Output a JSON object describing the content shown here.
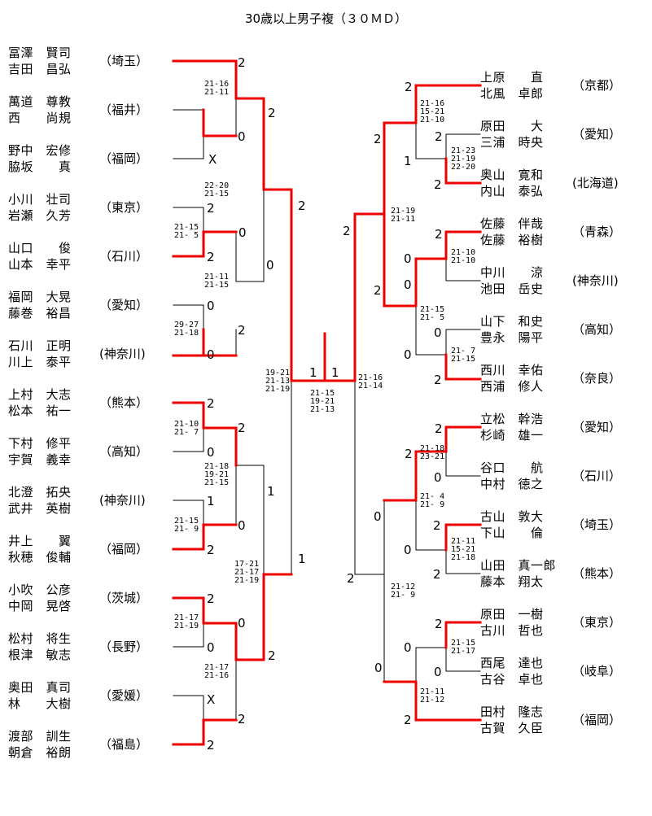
{
  "title": "30歳以上男子複（３０ＭＤ）",
  "left_teams": [
    {
      "p1": "冨澤　賢司",
      "p2": "吉田　昌弘",
      "pref": "（埼玉）"
    },
    {
      "p1": "萬道　尊教",
      "p2": "西　　尚規",
      "pref": "（福井）"
    },
    {
      "p1": "野中　宏修",
      "p2": "脇坂　　真",
      "pref": "（福岡）"
    },
    {
      "p1": "小川　壮司",
      "p2": "岩瀬　久芳",
      "pref": "（東京）"
    },
    {
      "p1": "山口　　俊",
      "p2": "山本　幸平",
      "pref": "（石川）"
    },
    {
      "p1": "福岡　大晃",
      "p2": "藤巻　裕昌",
      "pref": "（愛知）"
    },
    {
      "p1": "石川　正明",
      "p2": "川上　泰平",
      "pref": "(神奈川)"
    },
    {
      "p1": "上村　大志",
      "p2": "松本　祐一",
      "pref": "（熊本）"
    },
    {
      "p1": "下村　修平",
      "p2": "宇賀　義幸",
      "pref": "（高知）"
    },
    {
      "p1": "北澄　拓央",
      "p2": "武井　英樹",
      "pref": "(神奈川)"
    },
    {
      "p1": "井上　　翼",
      "p2": "秋穂　俊輔",
      "pref": "（福岡）"
    },
    {
      "p1": "小吹　公彦",
      "p2": "中岡　晃啓",
      "pref": "（茨城）"
    },
    {
      "p1": "松村　将生",
      "p2": "根津　敏志",
      "pref": "（長野）"
    },
    {
      "p1": "奥田　真司",
      "p2": "林　　大樹",
      "pref": "（愛媛）"
    },
    {
      "p1": "渡部　訓生",
      "p2": "朝倉　裕朗",
      "pref": "（福島）"
    }
  ],
  "right_teams": [
    {
      "p1": "上原　　直",
      "p2": "北風　卓郎",
      "pref": "（京都）"
    },
    {
      "p1": "原田　　大",
      "p2": "三浦　時央",
      "pref": "（愛知）"
    },
    {
      "p1": "奥山　寛和",
      "p2": "内山　泰弘",
      "pref": "(北海道)"
    },
    {
      "p1": "佐藤　伴哉",
      "p2": "佐藤　裕樹",
      "pref": "（青森）"
    },
    {
      "p1": "中川　　涼",
      "p2": "池田　岳史",
      "pref": "(神奈川)"
    },
    {
      "p1": "山下　和史",
      "p2": "豊永　陽平",
      "pref": "（高知）"
    },
    {
      "p1": "西川　幸佑",
      "p2": "西浦　修人",
      "pref": "（奈良）"
    },
    {
      "p1": "立松　幹浩",
      "p2": "杉崎　雄一",
      "pref": "（愛知）"
    },
    {
      "p1": "谷口　　航",
      "p2": "中村　徳之",
      "pref": "（石川）"
    },
    {
      "p1": "古山　敦大",
      "p2": "下山　　倫",
      "pref": "（埼玉）"
    },
    {
      "p1": "山田　真一郎",
      "p2": "藤本　翔太",
      "pref": "（熊本）"
    },
    {
      "p1": "原田　一樹",
      "p2": "古川　哲也",
      "pref": "（東京）"
    },
    {
      "p1": "西尾　達也",
      "p2": "古谷　卓也",
      "pref": "（岐阜）"
    },
    {
      "p1": "田村　隆志",
      "p2": "古賀　久臣",
      "pref": "（福岡）"
    }
  ],
  "results": [
    {
      "text": "2"
    },
    {
      "text": "0"
    },
    {
      "text": "X"
    },
    {
      "text": "2"
    },
    {
      "text": "0"
    },
    {
      "text": "2"
    },
    {
      "text": "0"
    },
    {
      "text": "2"
    },
    {
      "text": "0"
    },
    {
      "text": "2"
    },
    {
      "text": "0"
    },
    {
      "text": "2"
    },
    {
      "text": "2"
    },
    {
      "text": "0"
    },
    {
      "text": "2"
    },
    {
      "text": "1"
    },
    {
      "text": "0"
    },
    {
      "text": "X"
    },
    {
      "text": "2"
    },
    {
      "text": "2"
    },
    {
      "text": "0"
    },
    {
      "text": "1"
    },
    {
      "text": "2"
    },
    {
      "text": "2"
    },
    {
      "text": "0"
    },
    {
      "text": "2"
    },
    {
      "text": "1"
    },
    {
      "text": "1"
    },
    {
      "text": "1"
    },
    {
      "text": "2"
    },
    {
      "text": "2"
    },
    {
      "text": "1"
    },
    {
      "text": "2"
    },
    {
      "text": "2"
    },
    {
      "text": "0"
    },
    {
      "text": "0"
    },
    {
      "text": "2"
    },
    {
      "text": "2"
    },
    {
      "text": "2"
    },
    {
      "text": "0"
    },
    {
      "text": "2"
    },
    {
      "text": "0"
    },
    {
      "text": "2"
    },
    {
      "text": "0"
    },
    {
      "text": "2"
    },
    {
      "text": "0"
    },
    {
      "text": "0"
    },
    {
      "text": "2"
    },
    {
      "text": "2"
    },
    {
      "text": "0"
    },
    {
      "text": "0"
    },
    {
      "text": "2"
    },
    {
      "text": "0"
    },
    {
      "text": "2"
    },
    {
      "text": "2"
    },
    {
      "text": "2"
    },
    {
      "text": "2"
    },
    {
      "text": "0"
    },
    {
      "text": "2"
    },
    {
      "text": "1"
    },
    {
      "text": "0"
    },
    {
      "text": "0"
    },
    {
      "text": "2"
    },
    {
      "text": "0"
    },
    {
      "text": "2"
    }
  ],
  "scores": [
    {
      "lines": [
        "21-16",
        "21-11"
      ]
    },
    {
      "lines": [
        "22-20",
        "21-15"
      ]
    },
    {
      "lines": [
        "21-15",
        "21- 5"
      ]
    },
    {
      "lines": [
        "21-11",
        "21-15"
      ]
    },
    {
      "lines": [
        "29-27",
        "21-18"
      ]
    },
    {
      "lines": [
        "19-21",
        "21-13",
        "21-19"
      ]
    },
    {
      "lines": [
        "21-10",
        "21- 7"
      ]
    },
    {
      "lines": [
        "21-18",
        "19-21",
        "21-15"
      ]
    },
    {
      "lines": [
        "21-15",
        "21- 9"
      ]
    },
    {
      "lines": [
        "17-21",
        "21-17",
        "21-19"
      ]
    },
    {
      "lines": [
        "21-17",
        "21-19"
      ]
    },
    {
      "lines": [
        "21-17",
        "21-16"
      ]
    },
    {
      "lines": [
        "21-15",
        "19-21",
        "21-13"
      ]
    },
    {
      "lines": [
        "21-16",
        "21-14"
      ]
    },
    {
      "lines": [
        "21-16",
        "15-21",
        "21-10"
      ]
    },
    {
      "lines": [
        "21-23",
        "21-19",
        "22-20"
      ]
    },
    {
      "lines": [
        "21-19",
        "21-11"
      ]
    },
    {
      "lines": [
        "21-10",
        "21-10"
      ]
    },
    {
      "lines": [
        "21-15",
        "21- 5"
      ]
    },
    {
      "lines": [
        "21- 7",
        "21-15"
      ]
    },
    {
      "lines": [
        "21-18",
        "23-21"
      ]
    },
    {
      "lines": [
        "21- 4",
        "21- 9"
      ]
    },
    {
      "lines": [
        "21-11",
        "15-21",
        "21-18"
      ]
    },
    {
      "lines": [
        "21-12",
        "21- 9"
      ]
    },
    {
      "lines": [
        "21-15",
        "21-17"
      ]
    },
    {
      "lines": [
        "21-11",
        "21-12"
      ]
    }
  ]
}
